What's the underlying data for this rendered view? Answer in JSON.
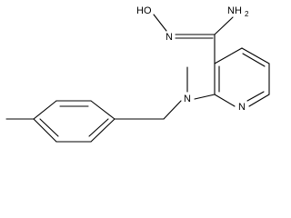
{
  "structure": {
    "atoms": {
      "hydroxyl": "HO",
      "oxime_nitrogen": "N",
      "amine": "NH",
      "amine_subscript": "2",
      "tertiary_amine": "N",
      "ring_nitrogen": "N"
    }
  }
}
